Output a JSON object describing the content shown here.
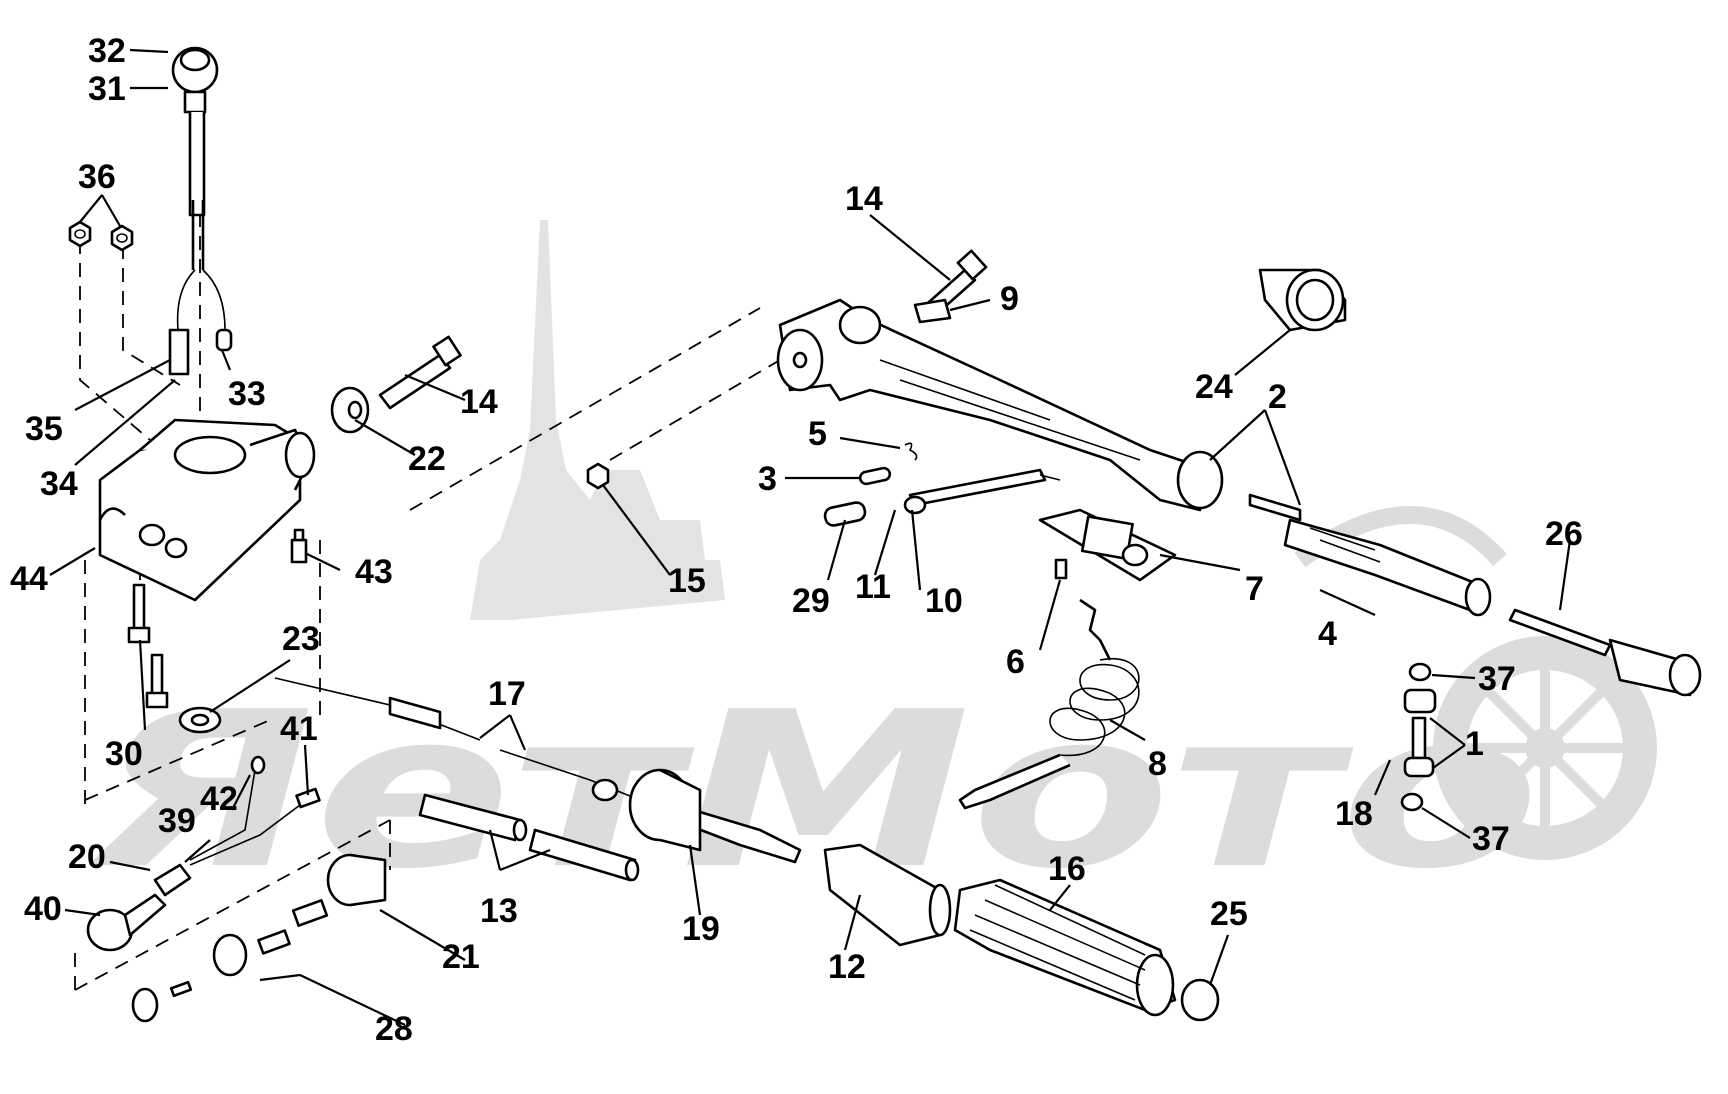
{
  "diagram": {
    "watermark_text": "ЯетМото",
    "labels": [
      {
        "id": "l32",
        "text": "32"
      },
      {
        "id": "l31",
        "text": "31"
      },
      {
        "id": "l36",
        "text": "36"
      },
      {
        "id": "l33",
        "text": "33"
      },
      {
        "id": "l35",
        "text": "35"
      },
      {
        "id": "l34",
        "text": "34"
      },
      {
        "id": "l14a",
        "text": "14"
      },
      {
        "id": "l22",
        "text": "22"
      },
      {
        "id": "l44",
        "text": "44"
      },
      {
        "id": "l43",
        "text": "43"
      },
      {
        "id": "l23",
        "text": "23"
      },
      {
        "id": "l30",
        "text": "30"
      },
      {
        "id": "l41",
        "text": "41"
      },
      {
        "id": "l42",
        "text": "42"
      },
      {
        "id": "l39",
        "text": "39"
      },
      {
        "id": "l20",
        "text": "20"
      },
      {
        "id": "l40",
        "text": "40"
      },
      {
        "id": "l21",
        "text": "21"
      },
      {
        "id": "l28",
        "text": "28"
      },
      {
        "id": "l17",
        "text": "17"
      },
      {
        "id": "l13",
        "text": "13"
      },
      {
        "id": "l19",
        "text": "19"
      },
      {
        "id": "l12",
        "text": "12"
      },
      {
        "id": "l16",
        "text": "16"
      },
      {
        "id": "l25",
        "text": "25"
      },
      {
        "id": "l15",
        "text": "15"
      },
      {
        "id": "l14b",
        "text": "14"
      },
      {
        "id": "l9",
        "text": "9"
      },
      {
        "id": "l5",
        "text": "5"
      },
      {
        "id": "l3",
        "text": "3"
      },
      {
        "id": "l29",
        "text": "29"
      },
      {
        "id": "l11",
        "text": "11"
      },
      {
        "id": "l10",
        "text": "10"
      },
      {
        "id": "l24",
        "text": "24"
      },
      {
        "id": "l2",
        "text": "2"
      },
      {
        "id": "l7",
        "text": "7"
      },
      {
        "id": "l6",
        "text": "6"
      },
      {
        "id": "l8",
        "text": "8"
      },
      {
        "id": "l4",
        "text": "4"
      },
      {
        "id": "l26",
        "text": "26"
      },
      {
        "id": "l37a",
        "text": "37"
      },
      {
        "id": "l1",
        "text": "1"
      },
      {
        "id": "l18",
        "text": "18"
      },
      {
        "id": "l37b",
        "text": "37"
      }
    ]
  }
}
